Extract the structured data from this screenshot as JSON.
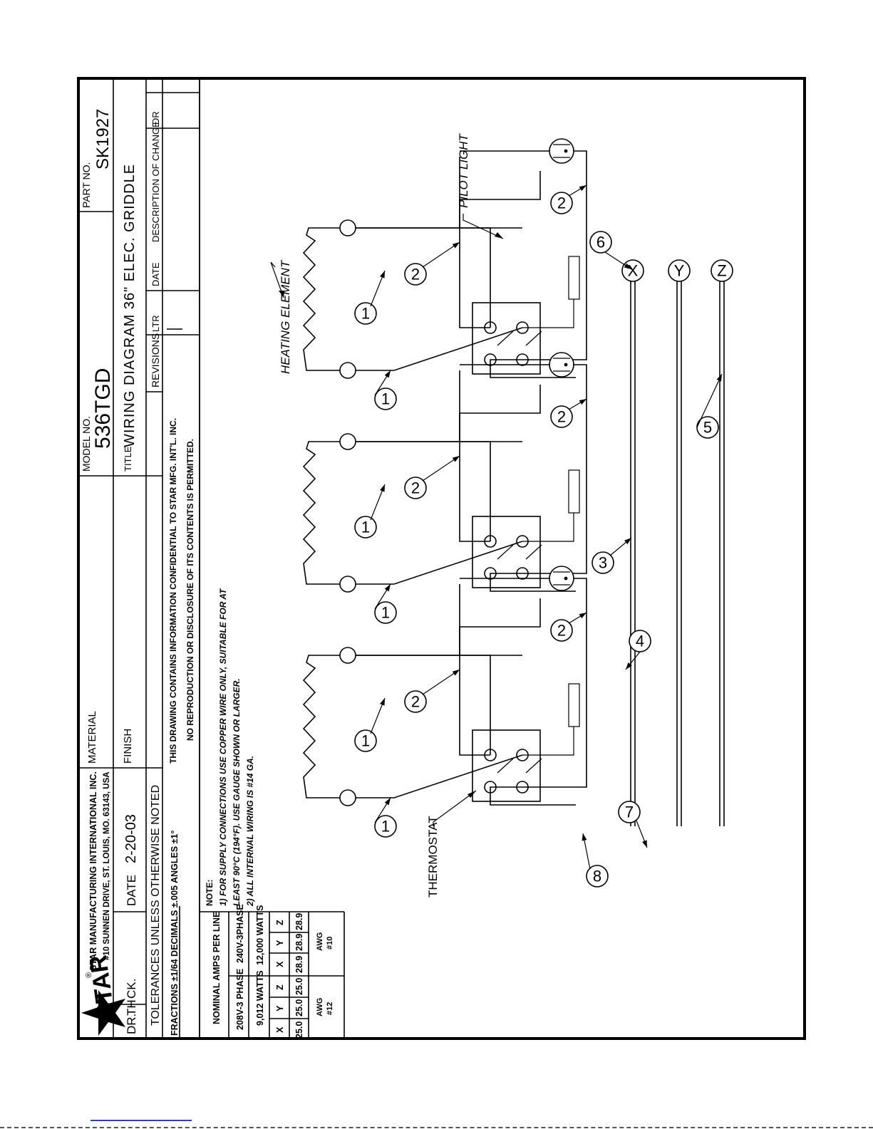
{
  "title_block": {
    "company": {
      "name": "STAR MANUFACTURING INTERNATIONAL INC.",
      "address": "#10 SUNNEN DRIVE, ST. LOUIS, MO. 63143, USA",
      "logo_text": "STAR",
      "registered_mark": "®"
    },
    "material_label": "MATERIAL",
    "finish_label": "FINISH",
    "model_no_label": "MODEL NO.",
    "model_no": "536TGD",
    "part_no_label": "PART NO.",
    "part_no": "SK1927",
    "title_label": "TITLE",
    "title": "WIRING DIAGRAM 36\" ELEC. GRIDDLE",
    "drawn_by_label": "DR.",
    "drawn_by": "TH",
    "checked_label": "CK.",
    "date_label": "DATE",
    "date": "2-20-03",
    "tolerances": "TOLERANCES UNLESS OTHERWISE NOTED",
    "tolerance_values": "FRACTIONS ±1/64   DECIMALS ±.005   ANGLES ±1°",
    "confidential_1": "THIS DRAWING CONTAINS INFORMATION CONFIDENTIAL TO STAR MFG. INT'L. INC.",
    "confidential_2": "NO REPRODUCTION OR DISCLOSURE OF ITS CONTENTS IS PERMITTED.",
    "revisions": {
      "label": "REVISIONS",
      "columns": [
        "LTR",
        "DATE",
        "DESCRIPTION OF CHANGE",
        "DR"
      ],
      "rows": [
        [
          "",
          "",
          "",
          ""
        ],
        [
          "",
          "",
          "",
          ""
        ]
      ]
    }
  },
  "notes": {
    "heading": "NOTE:",
    "items": [
      "1)  FOR SUPPLY CONNECTIONS USE COPPER WIRE ONLY, SUITABLE FOR AT",
      "LEAST 90°C (194°F). USE GAUGE SHOWN OR LARGER.",
      "2)  ALL INTERNAL WIRING IS #14 GA."
    ]
  },
  "amps_table": {
    "heading": "NOMINAL AMPS PER LINE",
    "configs": [
      {
        "voltage": "208V-3 PHASE",
        "watts": "9,012 WATTS",
        "lines": [
          "X",
          "Y",
          "Z"
        ],
        "amps": [
          "25.0",
          "25.0",
          "25.0"
        ],
        "awg_label": "AWG",
        "awg": "#12"
      },
      {
        "voltage": "240V-3PHASE",
        "watts": "12,000 WATTS",
        "lines": [
          "X",
          "Y",
          "Z"
        ],
        "amps": [
          "28.9",
          "28.9",
          "28.9"
        ],
        "awg_label": "AWG",
        "awg": "#10"
      }
    ]
  },
  "diagram": {
    "labels": {
      "heating_element": "HEATING ELEMENT",
      "pilot_light": "PILOT LIGHT",
      "thermostat": "THERMOSTAT"
    },
    "supply_terminals": [
      "X",
      "Y",
      "Z"
    ],
    "wire_numbers": [
      "1",
      "2",
      "3",
      "4",
      "5",
      "6",
      "7",
      "8"
    ]
  }
}
